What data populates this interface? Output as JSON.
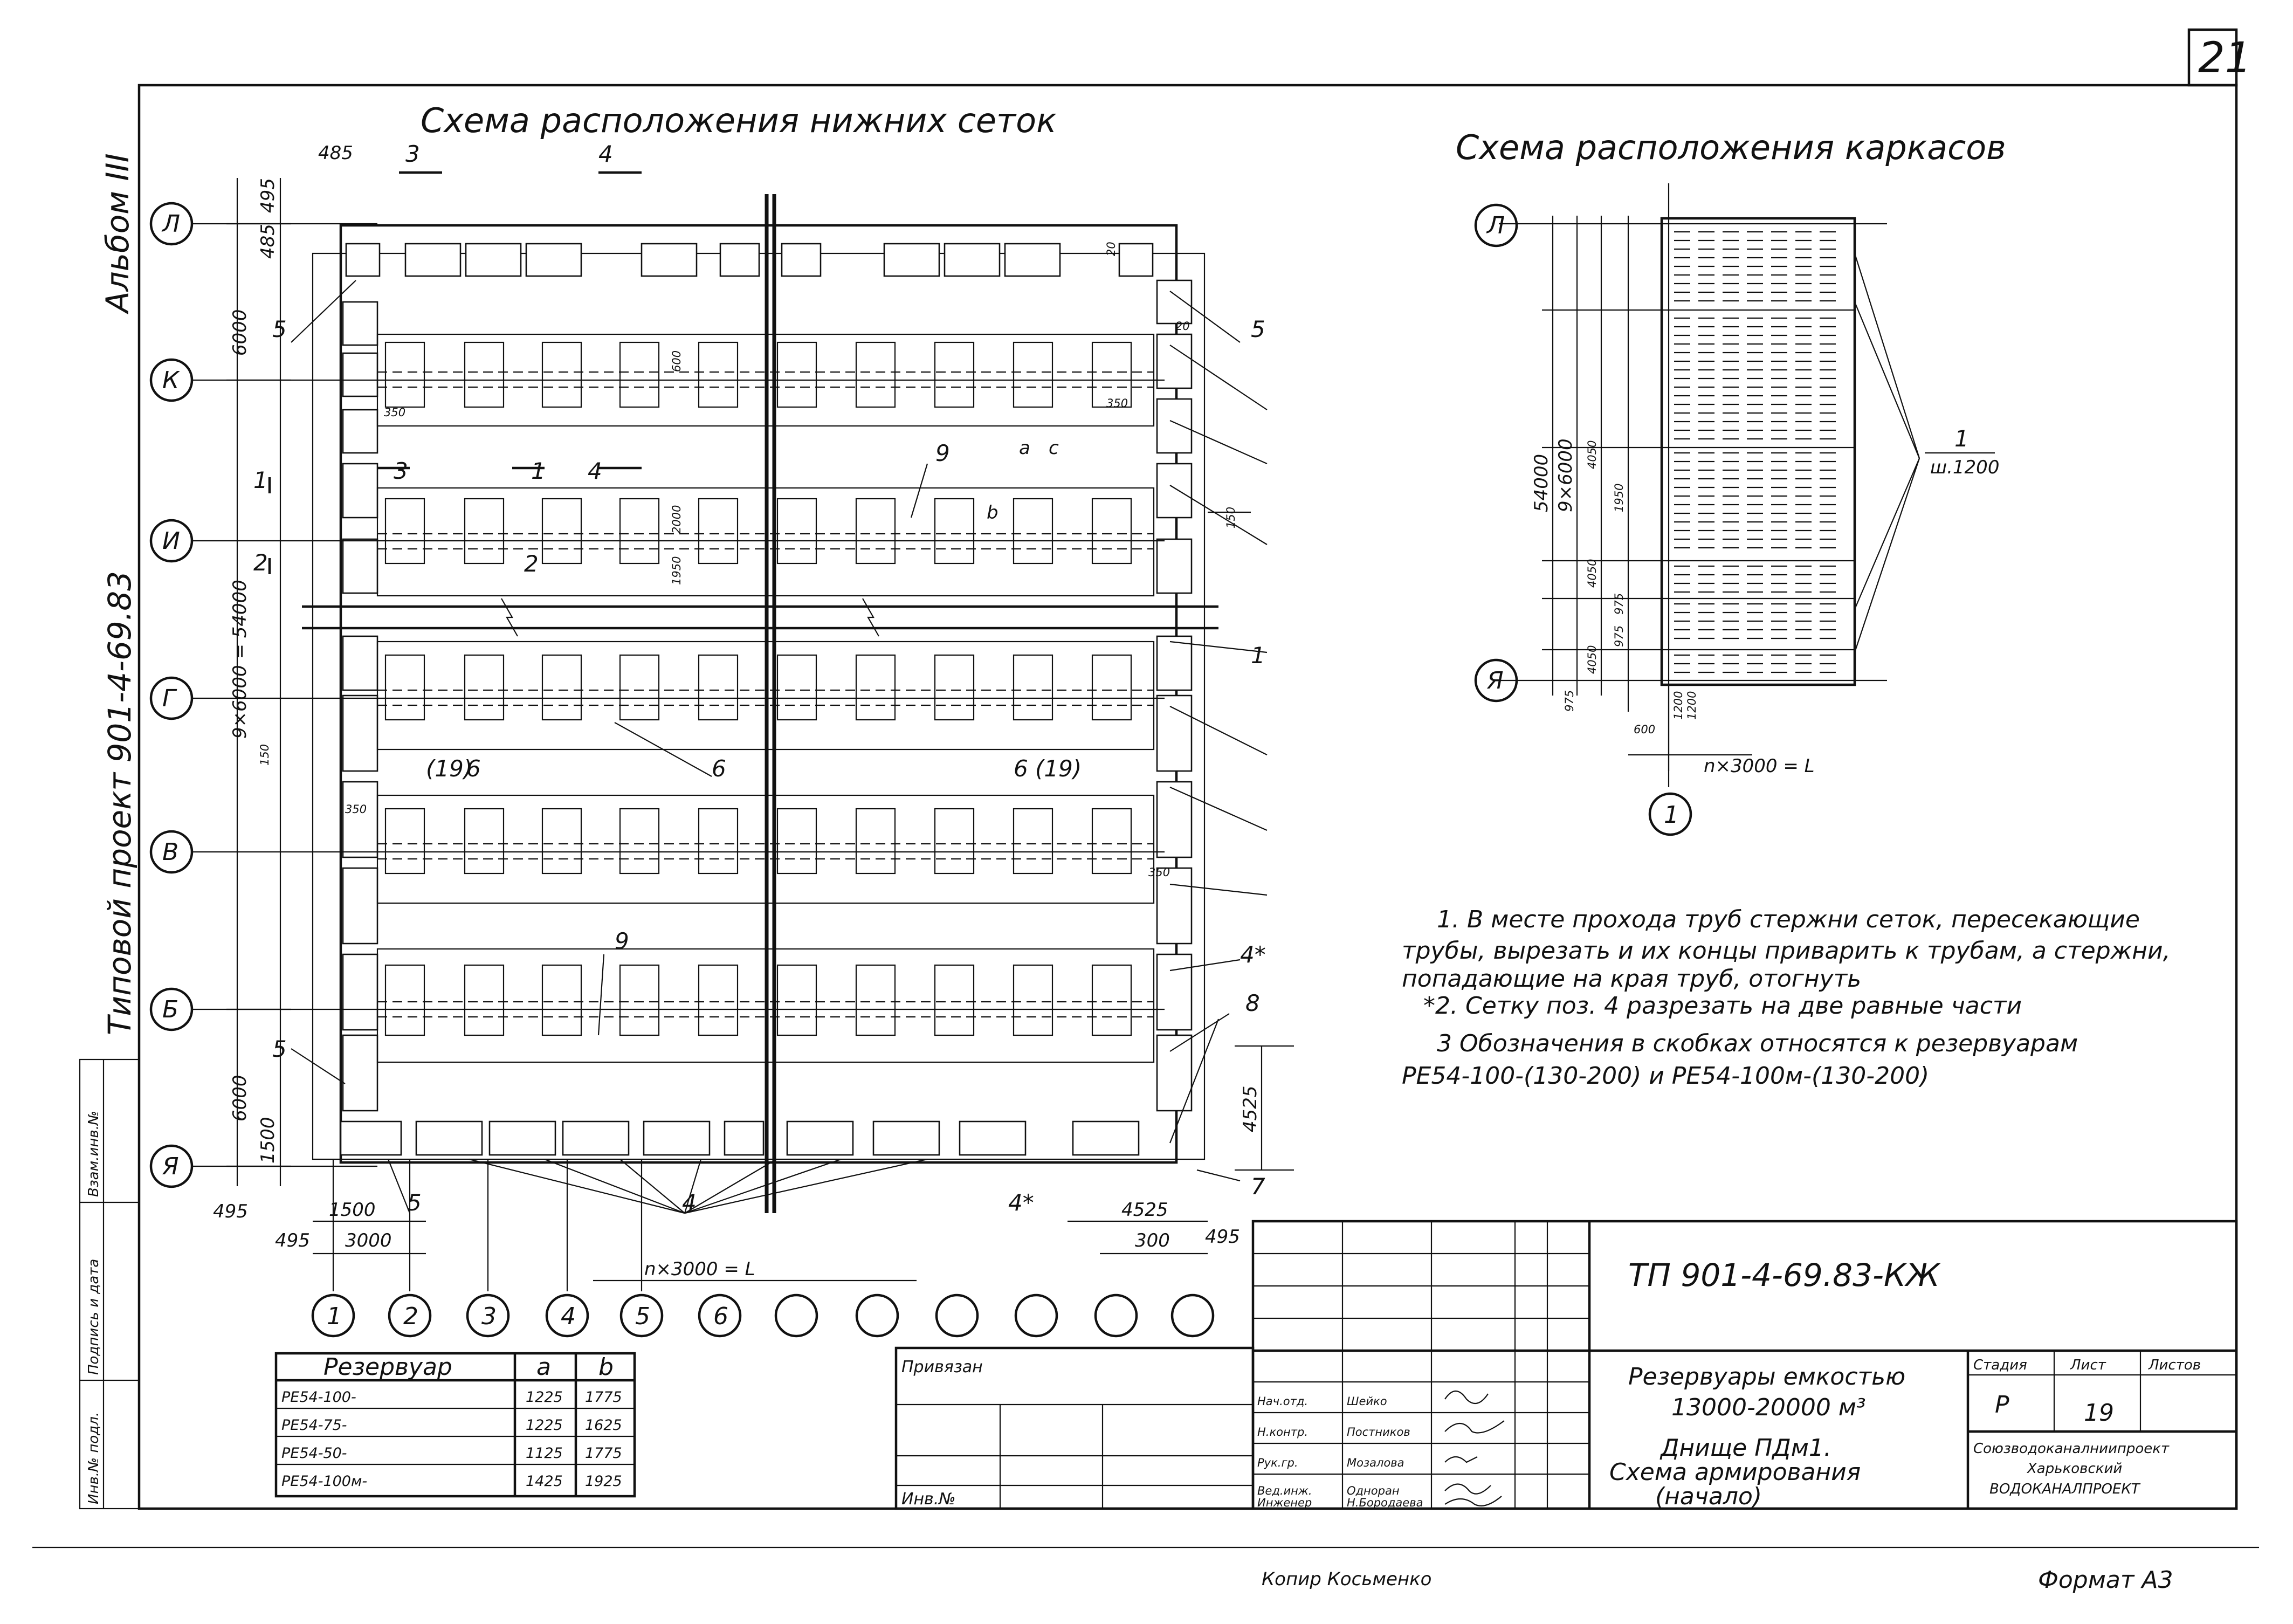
{
  "sheet_number": "21",
  "side_titles": {
    "album": "Альбом III",
    "project": "Типовой проект 901-4-69.83"
  },
  "side_stamp": [
    "Взам.инв.№",
    "Подпись и дата",
    "Инв.№ подл."
  ],
  "left_drawing": {
    "title": "Схема расположения нижних сеток",
    "axes_rows": [
      "Л",
      "К",
      "И",
      "Г",
      "В",
      "Б",
      "Я"
    ],
    "axes_cols": [
      "1",
      "2",
      "3",
      "4",
      "5",
      "6"
    ],
    "span_label": "9×6000 = 54000",
    "bottom_span_label": "n×3000 = L",
    "dims": {
      "d485_top": "485",
      "d495_top": "495",
      "d485_side": "485",
      "d6000_top": "6000",
      "d6000_bot": "6000",
      "d1500_left": "1500",
      "d495_bot": "495",
      "d1500_bot": "1500",
      "d3000_bot": "3000",
      "d495_bot2": "495",
      "d4525_bot": "4525",
      "d300_bot": "300",
      "d495_right": "495",
      "d4525_right": "4525",
      "d350_a": "350",
      "d350_b": "350",
      "d350_c": "350",
      "d350_d": "350",
      "d150_a": "150",
      "d150_b": "150",
      "d600": "600",
      "d2000": "2000",
      "d1950": "1950",
      "d20_a": "20",
      "d20_b": "20",
      "a_label": "a",
      "c_label": "c",
      "b_label": "b"
    },
    "positions": {
      "p1": "1",
      "p2": "2",
      "p3": "3",
      "p4": "4",
      "p5": "5",
      "p6": "6",
      "p7": "7",
      "p8": "8",
      "p9": "9",
      "p19": "(19)",
      "p4star": "4*"
    }
  },
  "right_drawing": {
    "title": "Схема расположения каркасов",
    "axes": [
      "Л",
      "Я",
      "1"
    ],
    "dims": {
      "total": "54000",
      "span": "9×6000",
      "d4050_a": "4050",
      "d1950": "1950",
      "d4050_b": "4050",
      "d975_a": "975",
      "d975_b": "975",
      "d4050_c": "4050",
      "d975_c": "975",
      "d600": "600",
      "d1200_a": "1200",
      "d1200_b": "1200",
      "bottom": "n×3000 = L"
    },
    "callout_pos": "1",
    "callout_text": "ш.1200"
  },
  "notes": [
    "1. В месте прохода труб стержни сеток, пересекающие",
    "трубы, вырезать и их концы приварить к трубам, а стержни,",
    "попадающие на края труб, отогнуть",
    "*2. Сетку поз. 4 разрезать на две равные части",
    "3 Обозначения в скобках относятся к резервуарам",
    "РЕ54-100-(130-200) и РЕ54-100м-(130-200)"
  ],
  "table": {
    "headers": [
      "Резервуар",
      "a",
      "b"
    ],
    "rows": [
      [
        "РЕ54-100-",
        "1225",
        "1775"
      ],
      [
        "РЕ54-75-",
        "1225",
        "1625"
      ],
      [
        "РЕ54-50-",
        "1125",
        "1775"
      ],
      [
        "РЕ54-100м-",
        "1425",
        "1925"
      ]
    ]
  },
  "title_block": {
    "doc_code": "ТП 901-4-69.83-КЖ",
    "privyazan": "Привязан",
    "inv_no": "Инв.№",
    "signers": [
      {
        "role": "Нач.отд.",
        "name": "Шейко"
      },
      {
        "role": "Н.контр.",
        "name": "Постников"
      },
      {
        "role": "Рук.гр.",
        "name": "Мозалова"
      },
      {
        "role": "Вед.инж.",
        "name": "Одноран"
      },
      {
        "role": "Инженер",
        "name": "Н.Бородаева"
      }
    ],
    "object_name_1": "Резервуары емкостью",
    "object_name_2": "13000-20000 м³",
    "sheet_name_1": "Днище ПДм1.",
    "sheet_name_2": "Схема армирования",
    "sheet_name_3": "(начало)",
    "stage_header": "Стадия",
    "sheet_header": "Лист",
    "sheets_header": "Листов",
    "stage": "Р",
    "sheet": "19",
    "org_1": "Союзводоканалниипроект",
    "org_2": "Харьковский",
    "org_3": "ВОДОКАНАЛПРОЕКТ"
  },
  "footer": {
    "copied": "Копир Косьменко",
    "format": "Формат А3"
  }
}
